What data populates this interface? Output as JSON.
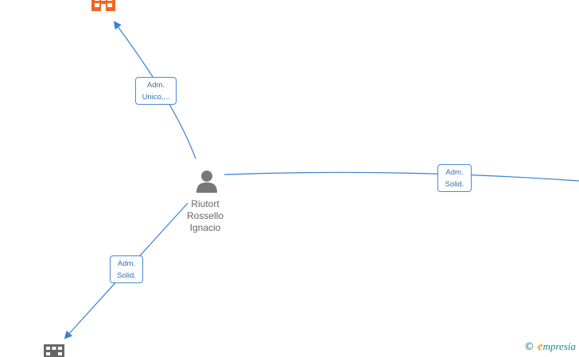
{
  "colors": {
    "edge": "#3b7fd4",
    "company_highlight": "#f26522",
    "company_default": "#666666",
    "person": "#777777",
    "label_text": "#2f6fb8"
  },
  "person": {
    "name_lines": [
      "Riutort",
      "Rossello",
      "Ignacio"
    ],
    "icon": "person-icon"
  },
  "companies": [
    {
      "id": "company-top",
      "icon": "building-icon",
      "color": "#f26522"
    },
    {
      "id": "company-bottom",
      "icon": "building-icon",
      "color": "#666666"
    }
  ],
  "edges": [
    {
      "id": "edge-top",
      "label_lines": [
        "Adm.",
        "Unico,..."
      ]
    },
    {
      "id": "edge-right",
      "label_lines": [
        "Adm.",
        "Solid."
      ]
    },
    {
      "id": "edge-bottom",
      "label_lines": [
        "Adm.",
        "Solid."
      ]
    }
  ],
  "brand": {
    "copyright_symbol": "©",
    "first_letter": "e",
    "rest": "mpresia"
  }
}
